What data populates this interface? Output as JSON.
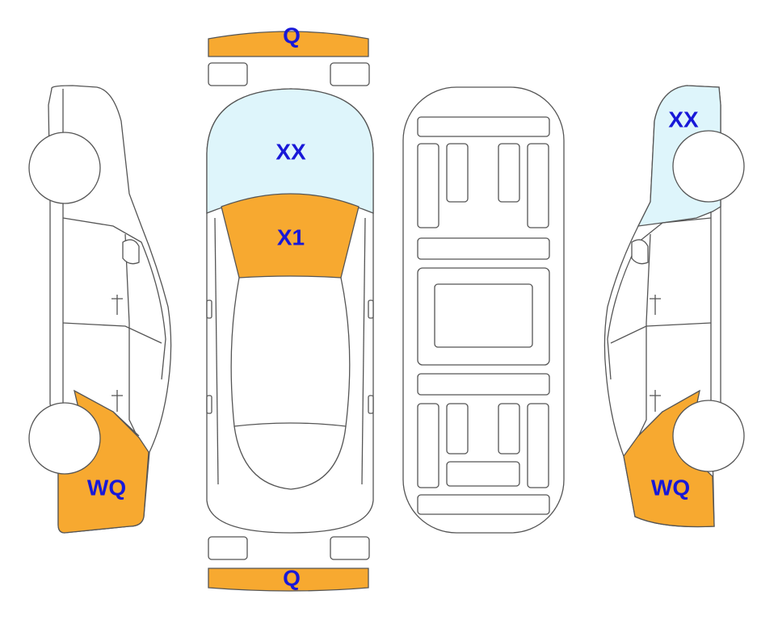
{
  "colors": {
    "damage": "#f7a930",
    "glass": "#def5fb",
    "outline": "#555555",
    "label": "#1818d8"
  },
  "labels": {
    "front_bumper": "Q",
    "rear_bumper": "Q",
    "windshield": "XX",
    "hood": "X1",
    "left_rear_quarter": "WQ",
    "right_front_glass": "XX",
    "right_rear_quarter": "WQ"
  }
}
